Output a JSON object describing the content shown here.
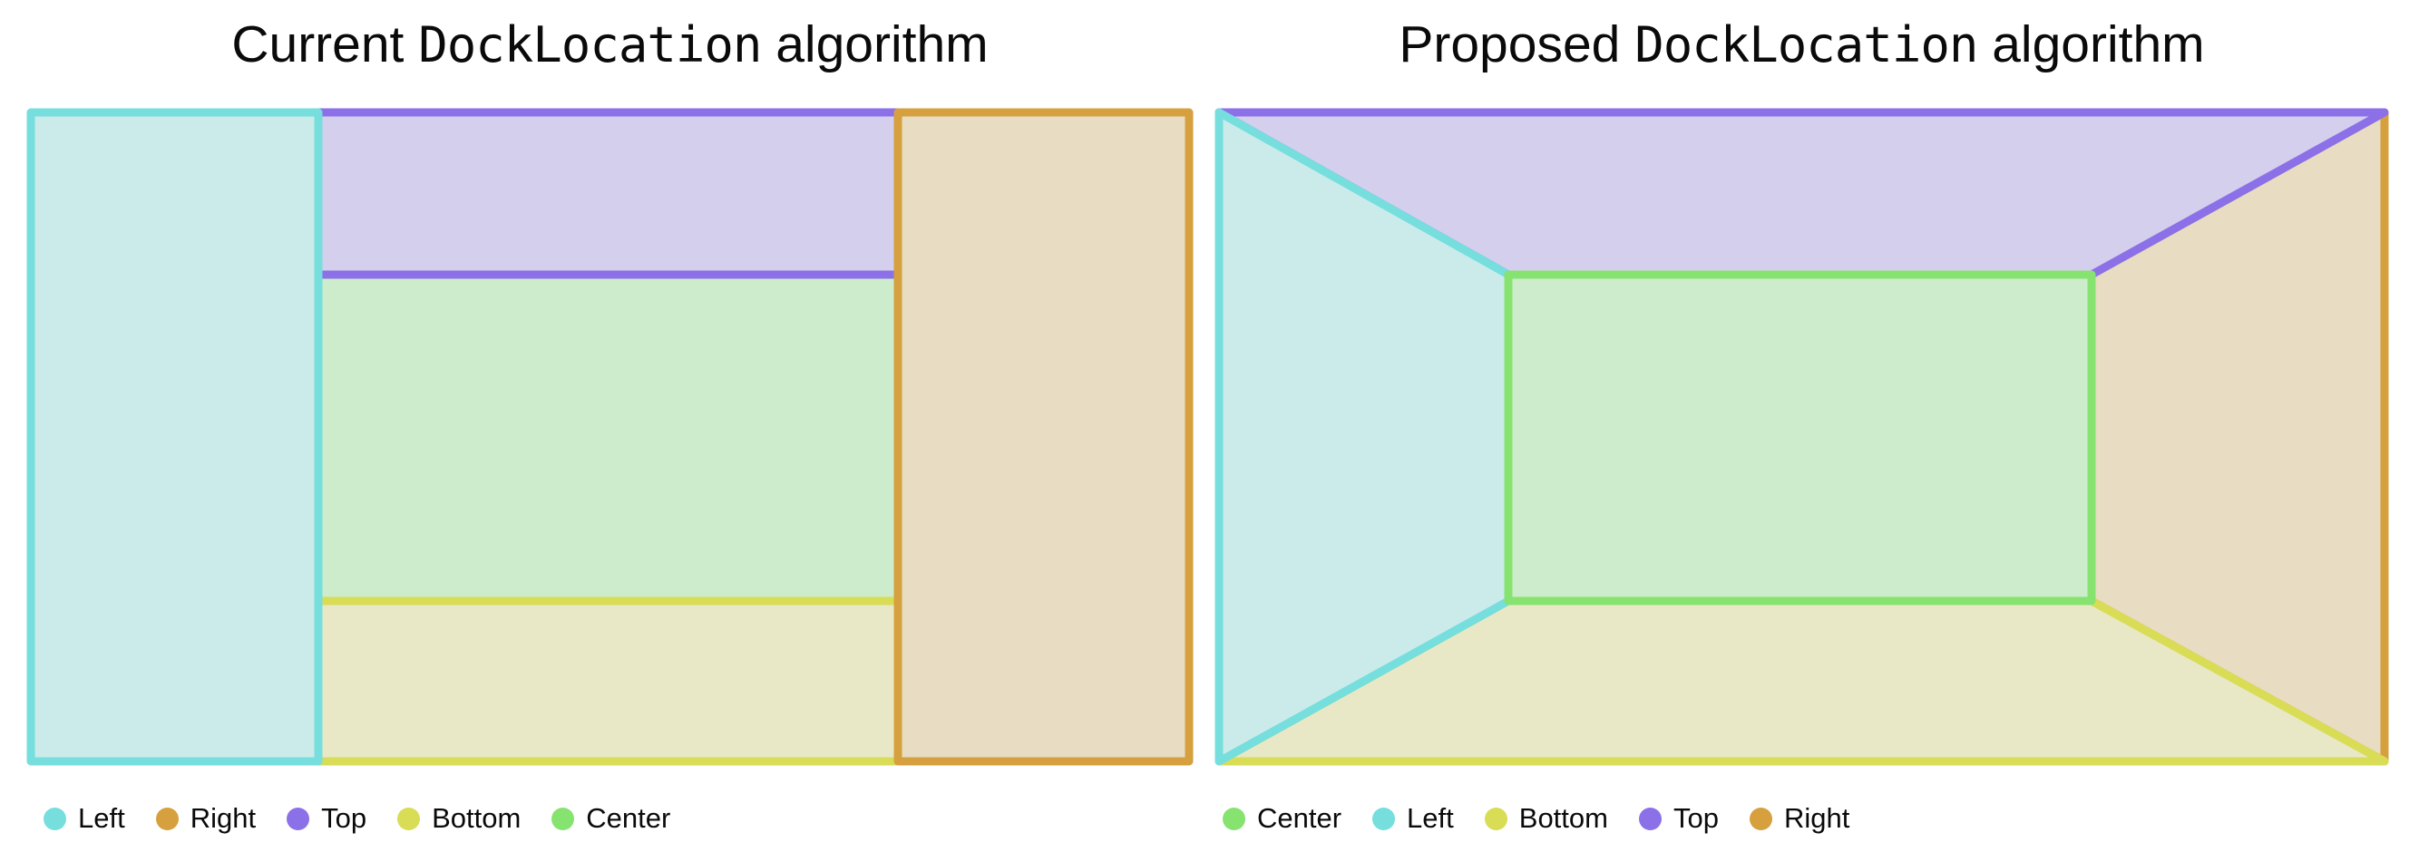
{
  "figure": {
    "background": "#ffffff",
    "text_color": "#0a0a0a"
  },
  "panels": [
    {
      "id": "current",
      "title": {
        "prefix": "Current",
        "code": "DockLocation",
        "suffix": "algorithm"
      },
      "legend": [
        {
          "label": "Left",
          "color": "left"
        },
        {
          "label": "Right",
          "color": "right"
        },
        {
          "label": "Top",
          "color": "top"
        },
        {
          "label": "Bottom",
          "color": "bottom"
        },
        {
          "label": "Center",
          "color": "center"
        }
      ],
      "regions": [
        "Center",
        "Bottom",
        "Top",
        "Right",
        "Left"
      ]
    },
    {
      "id": "proposed",
      "title": {
        "prefix": "Proposed",
        "code": "DockLocation",
        "suffix": "algorithm"
      },
      "legend": [
        {
          "label": "Center",
          "color": "center"
        },
        {
          "label": "Left",
          "color": "left"
        },
        {
          "label": "Bottom",
          "color": "bottom"
        },
        {
          "label": "Top",
          "color": "top"
        },
        {
          "label": "Right",
          "color": "right"
        }
      ],
      "regions": [
        "Right",
        "Top",
        "Bottom",
        "Left",
        "Center"
      ]
    }
  ],
  "colors": {
    "left": {
      "stroke": "#76dedd",
      "fill": "#cbebeb"
    },
    "right": {
      "stroke": "#d6a03e",
      "fill": "#e8dcc2"
    },
    "top": {
      "stroke": "#8b70e8",
      "fill": "#d5cfee"
    },
    "bottom": {
      "stroke": "#d9dc55",
      "fill": "#e8e8c6"
    },
    "center": {
      "stroke": "#87e370",
      "fill": "#cdeccb"
    }
  }
}
